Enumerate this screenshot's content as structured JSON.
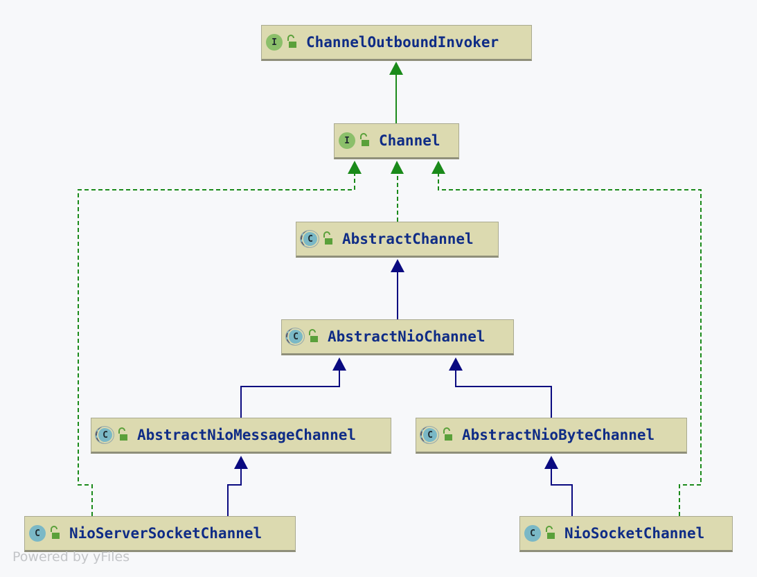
{
  "colors": {
    "background": "#f7f8fa",
    "node_fill": "#dcdab0",
    "label": "#0f2c86",
    "interface_edge": "#1a8a1a",
    "extends_edge": "#0a0a80"
  },
  "nodes": {
    "channel_outbound_invoker": {
      "label": "ChannelOutboundInvoker",
      "kind": "interface",
      "badge": "I",
      "icon": "unlocked-icon"
    },
    "channel": {
      "label": "Channel",
      "kind": "interface",
      "badge": "I",
      "icon": "unlocked-icon"
    },
    "abstract_channel": {
      "label": "AbstractChannel",
      "kind": "abstract-class",
      "badge": "C",
      "icon": "unlocked-icon"
    },
    "abstract_nio_channel": {
      "label": "AbstractNioChannel",
      "kind": "abstract-class",
      "badge": "C",
      "icon": "unlocked-icon"
    },
    "abstract_nio_message_channel": {
      "label": "AbstractNioMessageChannel",
      "kind": "abstract-class",
      "badge": "C",
      "icon": "unlocked-icon"
    },
    "abstract_nio_byte_channel": {
      "label": "AbstractNioByteChannel",
      "kind": "abstract-class",
      "badge": "C",
      "icon": "unlocked-icon"
    },
    "nio_server_socket_channel": {
      "label": "NioServerSocketChannel",
      "kind": "class",
      "badge": "C",
      "icon": "unlocked-icon"
    },
    "nio_socket_channel": {
      "label": "NioSocketChannel",
      "kind": "class",
      "badge": "C",
      "icon": "unlocked-icon"
    }
  },
  "edges": [
    {
      "from": "Channel",
      "to": "ChannelOutboundInvoker",
      "type": "extends-interface",
      "style": "solid-green"
    },
    {
      "from": "AbstractChannel",
      "to": "Channel",
      "type": "implements",
      "style": "dashed-green"
    },
    {
      "from": "AbstractNioChannel",
      "to": "AbstractChannel",
      "type": "extends",
      "style": "solid-blue"
    },
    {
      "from": "AbstractNioMessageChannel",
      "to": "AbstractNioChannel",
      "type": "extends",
      "style": "solid-blue"
    },
    {
      "from": "AbstractNioByteChannel",
      "to": "AbstractNioChannel",
      "type": "extends",
      "style": "solid-blue"
    },
    {
      "from": "NioServerSocketChannel",
      "to": "AbstractNioMessageChannel",
      "type": "extends",
      "style": "solid-blue"
    },
    {
      "from": "NioSocketChannel",
      "to": "AbstractNioByteChannel",
      "type": "extends",
      "style": "solid-blue"
    },
    {
      "from": "NioServerSocketChannel",
      "to": "Channel",
      "type": "implements",
      "style": "dashed-green"
    },
    {
      "from": "NioSocketChannel",
      "to": "Channel",
      "type": "implements",
      "style": "dashed-green"
    }
  ],
  "footer": {
    "text": "Powered by yFiles"
  }
}
